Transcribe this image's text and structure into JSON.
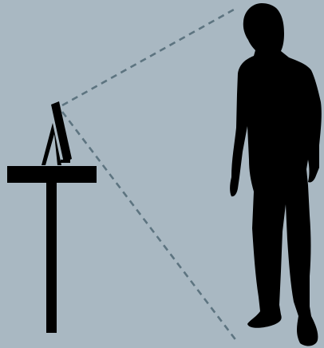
{
  "colors": {
    "background": "#a9b8c2",
    "silhouette": "#000000",
    "view_line": "#5d7480"
  },
  "elements": {
    "table": "side-table",
    "device": "monitor-on-stand",
    "person": "standing-man-silhouette",
    "view_lines": "dashed-field-of-view-lines"
  }
}
